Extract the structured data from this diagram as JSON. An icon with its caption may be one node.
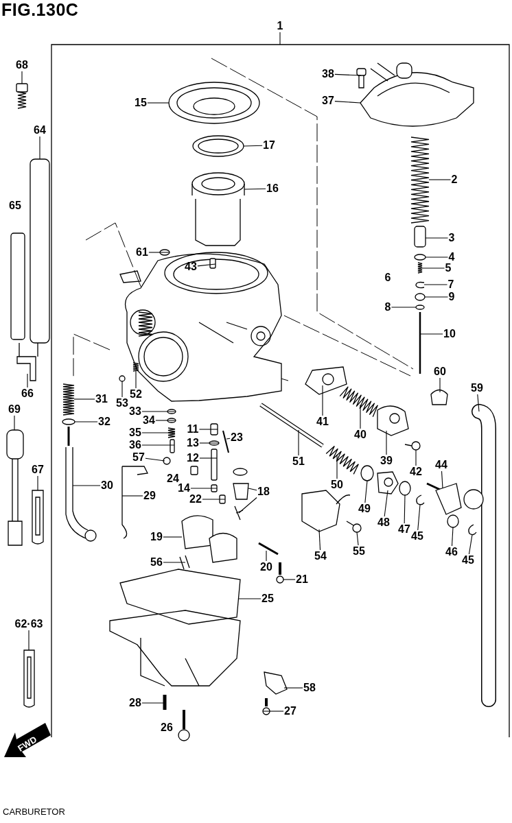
{
  "diagram": {
    "title": "FIG.130C",
    "caption": "CARBURETOR",
    "nodes": [
      {
        "text": [
          "1"
        ]
      },
      {
        "text": [
          "68"
        ]
      },
      {
        "text": [
          "38"
        ]
      },
      {
        "text": [
          "37"
        ]
      },
      {
        "text": [
          "15"
        ]
      },
      {
        "text": [
          "64"
        ]
      },
      {
        "text": [
          "17"
        ]
      },
      {
        "text": [
          "2"
        ]
      },
      {
        "text": [
          "16"
        ]
      },
      {
        "text": [
          "3"
        ]
      },
      {
        "text": [
          "61"
        ]
      },
      {
        "text": [
          "4"
        ]
      },
      {
        "text": [
          "43"
        ]
      },
      {
        "text": [
          "5"
        ]
      },
      {
        "text": [
          "7"
        ]
      },
      {
        "text": [
          "9"
        ]
      },
      {
        "text": [
          "8"
        ]
      },
      {
        "text": [
          "10"
        ]
      },
      {
        "text": [
          "60"
        ]
      },
      {
        "text": [
          "53"
        ]
      },
      {
        "text": [
          "52"
        ]
      },
      {
        "text": [
          "59"
        ]
      },
      {
        "text": [
          "31"
        ]
      },
      {
        "text": [
          "66"
        ]
      },
      {
        "text": [
          "69"
        ]
      },
      {
        "text": [
          "33"
        ]
      },
      {
        "text": [
          "41"
        ]
      },
      {
        "text": [
          "32"
        ]
      },
      {
        "text": [
          "34"
        ]
      },
      {
        "text": [
          "11"
        ]
      },
      {
        "text": [
          "35"
        ]
      },
      {
        "text": [
          "40"
        ]
      },
      {
        "text": [
          "23"
        ]
      },
      {
        "text": [
          "36"
        ]
      },
      {
        "text": [
          "13"
        ]
      },
      {
        "text": [
          "57"
        ]
      },
      {
        "text": [
          "12"
        ]
      },
      {
        "text": [
          "39"
        ]
      },
      {
        "text": [
          "51"
        ]
      },
      {
        "text": [
          "42"
        ]
      },
      {
        "text": [
          "44"
        ]
      },
      {
        "text": [
          "67"
        ]
      },
      {
        "text": [
          "50"
        ]
      },
      {
        "text": [
          "30"
        ]
      },
      {
        "text": [
          "14"
        ]
      },
      {
        "text": [
          "18"
        ]
      },
      {
        "text": [
          "29"
        ]
      },
      {
        "text": [
          "22"
        ]
      },
      {
        "text": [
          "49"
        ]
      },
      {
        "text": [
          "48"
        ]
      },
      {
        "text": [
          "47"
        ]
      },
      {
        "text": [
          "45"
        ]
      },
      {
        "text": [
          "19"
        ]
      },
      {
        "text": [
          "55"
        ]
      },
      {
        "text": [
          "46"
        ]
      },
      {
        "text": [
          "54"
        ]
      },
      {
        "text": [
          "45"
        ]
      },
      {
        "text": [
          "56"
        ]
      },
      {
        "text": [
          "20"
        ]
      },
      {
        "text": [
          "21"
        ]
      },
      {
        "text": [
          "25"
        ]
      },
      {
        "text": [
          "62·63"
        ]
      },
      {
        "text": [
          "58"
        ]
      },
      {
        "text": [
          "28"
        ]
      },
      {
        "text": [
          "27"
        ]
      },
      {
        "text": [],
        "shape": "picture"
      },
      {
        "text": [],
        "shape": "picture"
      },
      {
        "text": [],
        "shape": "picture"
      },
      {
        "text": [],
        "shape": "picture"
      },
      {
        "text": [],
        "shape": "box"
      },
      {
        "text": [],
        "shape": "picture"
      },
      {
        "text": [],
        "shape": "picture"
      },
      {
        "text": [],
        "shape": "picture"
      },
      {
        "text": [],
        "shape": "box"
      },
      {
        "text": [],
        "shape": "circle"
      },
      {
        "text": [],
        "shape": "circle"
      },
      {
        "text": [],
        "shape": "box"
      },
      {
        "text": [],
        "shape": "picture"
      },
      {
        "text": [],
        "shape": "picture"
      },
      {
        "text": [],
        "shape": "circle"
      },
      {
        "text": [],
        "shape": "circle"
      },
      {
        "text": [],
        "shape": "picture"
      },
      {
        "text": [],
        "shape": "picture"
      },
      {
        "text": [],
        "shape": "circle"
      },
      {
        "text": [],
        "shape": "picture"
      },
      {
        "text": [],
        "shape": "picture"
      },
      {
        "text": [],
        "shape": "picture"
      },
      {
        "text": [],
        "shape": "picture"
      },
      {
        "text": [],
        "shape": "picture"
      },
      {
        "text": [],
        "shape": "circle"
      },
      {
        "text": [],
        "shape": "picture"
      },
      {
        "text": [],
        "shape": "circle"
      },
      {
        "text": [],
        "shape": "circle"
      },
      {
        "text": [],
        "shape": "box"
      },
      {
        "text": [],
        "shape": "picture"
      },
      {
        "text": [],
        "shape": "picture"
      },
      {
        "text": [],
        "shape": "picture"
      },
      {
        "text": [],
        "shape": "box"
      },
      {
        "text": [],
        "shape": "circle"
      },
      {
        "text": [],
        "shape": "circle"
      },
      {
        "text": [],
        "shape": "box"
      },
      {
        "text": [],
        "shape": "picture"
      },
      {
        "text": [],
        "shape": "picture"
      },
      {
        "text": [],
        "shape": "picture"
      },
      {
        "text": [],
        "shape": "picture"
      },
      {
        "text": [],
        "shape": "picture"
      },
      {
        "text": [],
        "shape": "picture"
      },
      {
        "text": [],
        "shape": "picture"
      },
      {
        "text": [],
        "shape": "box"
      },
      {
        "text": [],
        "shape": "picture"
      },
      {
        "text": [],
        "shape": "picture"
      },
      {
        "text": [],
        "shape": "box"
      },
      {
        "text": [],
        "shape": "circle"
      },
      {
        "text": [],
        "shape": "picture"
      },
      {
        "text": [],
        "shape": "circle"
      },
      {
        "text": [],
        "shape": "picture"
      },
      {
        "text": [],
        "shape": "picture"
      },
      {
        "text": [],
        "shape": "picture"
      },
      {
        "text": [],
        "shape": "circle"
      },
      {
        "text": [],
        "shape": "picture"
      },
      {
        "text": [],
        "shape": "picture"
      },
      {
        "text": [],
        "shape": "picture"
      },
      {
        "text": [],
        "shape": "picture"
      },
      {
        "text": [],
        "shape": "picture"
      },
      {
        "text": [],
        "shape": "picture"
      },
      {
        "text": [],
        "shape": "picture"
      },
      {
        "text": [],
        "shape": "picture"
      },
      {
        "text": [],
        "shape": "picture"
      },
      {
        "text": [],
        "shape": "picture"
      },
      {
        "text": [],
        "shape": "picture"
      }
    ],
    "edges": [
      {
        "from": 0,
        "to": null,
        "arrow": "none"
      },
      {
        "from": 1,
        "to": 65,
        "arrow": "none"
      },
      {
        "from": 2,
        "to": 66,
        "arrow": "none"
      },
      {
        "from": 3,
        "to": 67,
        "arrow": "none"
      },
      {
        "from": 4,
        "to": 68,
        "arrow": "none"
      },
      {
        "from": 5,
        "to": 69,
        "arrow": "none"
      },
      {
        "from": 6,
        "to": 70,
        "arrow": "none"
      },
      {
        "from": 7,
        "to": 71,
        "arrow": "none"
      },
      {
        "from": 8,
        "to": 72,
        "arrow": "none"
      },
      {
        "from": 9,
        "to": 73,
        "arrow": "none"
      },
      {
        "from": 10,
        "to": 74,
        "arrow": "none"
      },
      {
        "from": 11,
        "to": 75,
        "arrow": "none"
      },
      {
        "from": 12,
        "to": 76,
        "arrow": "none"
      },
      {
        "from": 13,
        "to": 77,
        "arrow": "none"
      },
      {
        "from": 14,
        "to": 78,
        "arrow": "none"
      },
      {
        "from": 15,
        "to": 79,
        "arrow": "none"
      },
      {
        "from": 16,
        "to": 80,
        "arrow": "none"
      },
      {
        "from": 17,
        "to": 81,
        "arrow": "none"
      },
      {
        "from": 18,
        "to": 82,
        "arrow": "none"
      },
      {
        "from": 19,
        "to": 83,
        "arrow": "none"
      },
      {
        "from": 20,
        "to": 84,
        "arrow": "none"
      },
      {
        "from": 21,
        "to": 85,
        "arrow": "none"
      },
      {
        "from": 22,
        "to": 86,
        "arrow": "none"
      },
      {
        "from": 23,
        "to": 87,
        "arrow": "none"
      },
      {
        "from": 24,
        "to": 88,
        "arrow": "none"
      },
      {
        "from": 25,
        "to": 89,
        "arrow": "none"
      },
      {
        "from": 26,
        "to": 90,
        "arrow": "none"
      },
      {
        "from": 27,
        "to": 91,
        "arrow": "none"
      },
      {
        "from": 28,
        "to": 92,
        "arrow": "none"
      },
      {
        "from": 29,
        "to": 93,
        "arrow": "none"
      },
      {
        "from": 30,
        "to": 94,
        "arrow": "none"
      },
      {
        "from": 31,
        "to": 95,
        "arrow": "none"
      },
      {
        "from": 32,
        "to": 96,
        "arrow": "none"
      },
      {
        "from": 33,
        "to": 97,
        "arrow": "none"
      },
      {
        "from": 34,
        "to": 98,
        "arrow": "none"
      },
      {
        "from": 35,
        "to": 99,
        "arrow": "none"
      },
      {
        "from": 36,
        "to": 100,
        "arrow": "none"
      },
      {
        "from": 37,
        "to": 101,
        "arrow": "none"
      },
      {
        "from": 38,
        "to": 102,
        "arrow": "none"
      },
      {
        "from": 39,
        "to": 103,
        "arrow": "none"
      },
      {
        "from": 40,
        "to": 104,
        "arrow": "none"
      },
      {
        "from": 41,
        "to": 105,
        "arrow": "none"
      },
      {
        "from": 42,
        "to": 106,
        "arrow": "none"
      },
      {
        "from": 43,
        "to": 107,
        "arrow": "none"
      },
      {
        "from": 44,
        "to": 108,
        "arrow": "none"
      },
      {
        "from": 45,
        "to": 109,
        "arrow": "none"
      },
      {
        "from": 46,
        "to": 110,
        "arrow": "none"
      },
      {
        "from": 47,
        "to": 111,
        "arrow": "none"
      },
      {
        "from": 48,
        "to": 112,
        "arrow": "none"
      },
      {
        "from": 49,
        "to": 113,
        "arrow": "none"
      },
      {
        "from": 50,
        "to": 114,
        "arrow": "none"
      },
      {
        "from": 51,
        "to": 115,
        "arrow": "none"
      },
      {
        "from": 52,
        "to": 116,
        "arrow": "none"
      },
      {
        "from": 53,
        "to": 117,
        "arrow": "none"
      },
      {
        "from": 54,
        "to": 118,
        "arrow": "none"
      },
      {
        "from": 55,
        "to": 119,
        "arrow": "none"
      },
      {
        "from": 56,
        "to": 120,
        "arrow": "none"
      },
      {
        "from": 57,
        "to": 121,
        "arrow": "none"
      },
      {
        "from": 58,
        "to": 122,
        "arrow": "none"
      },
      {
        "from": 59,
        "to": 123,
        "arrow": "none"
      },
      {
        "from": 60,
        "to": 124,
        "arrow": "none"
      },
      {
        "from": 61,
        "to": 125,
        "arrow": "none"
      },
      {
        "from": 62,
        "to": 126,
        "arrow": "none"
      },
      {
        "from": 63,
        "to": 127,
        "arrow": "none"
      },
      {
        "from": 64,
        "to": 128,
        "arrow": "none"
      },
      {
        "from": 45,
        "to": 129,
        "arrow": "none"
      }
    ],
    "labels": [
      "65",
      "6",
      "24",
      "26",
      "FWD"
    ]
  }
}
